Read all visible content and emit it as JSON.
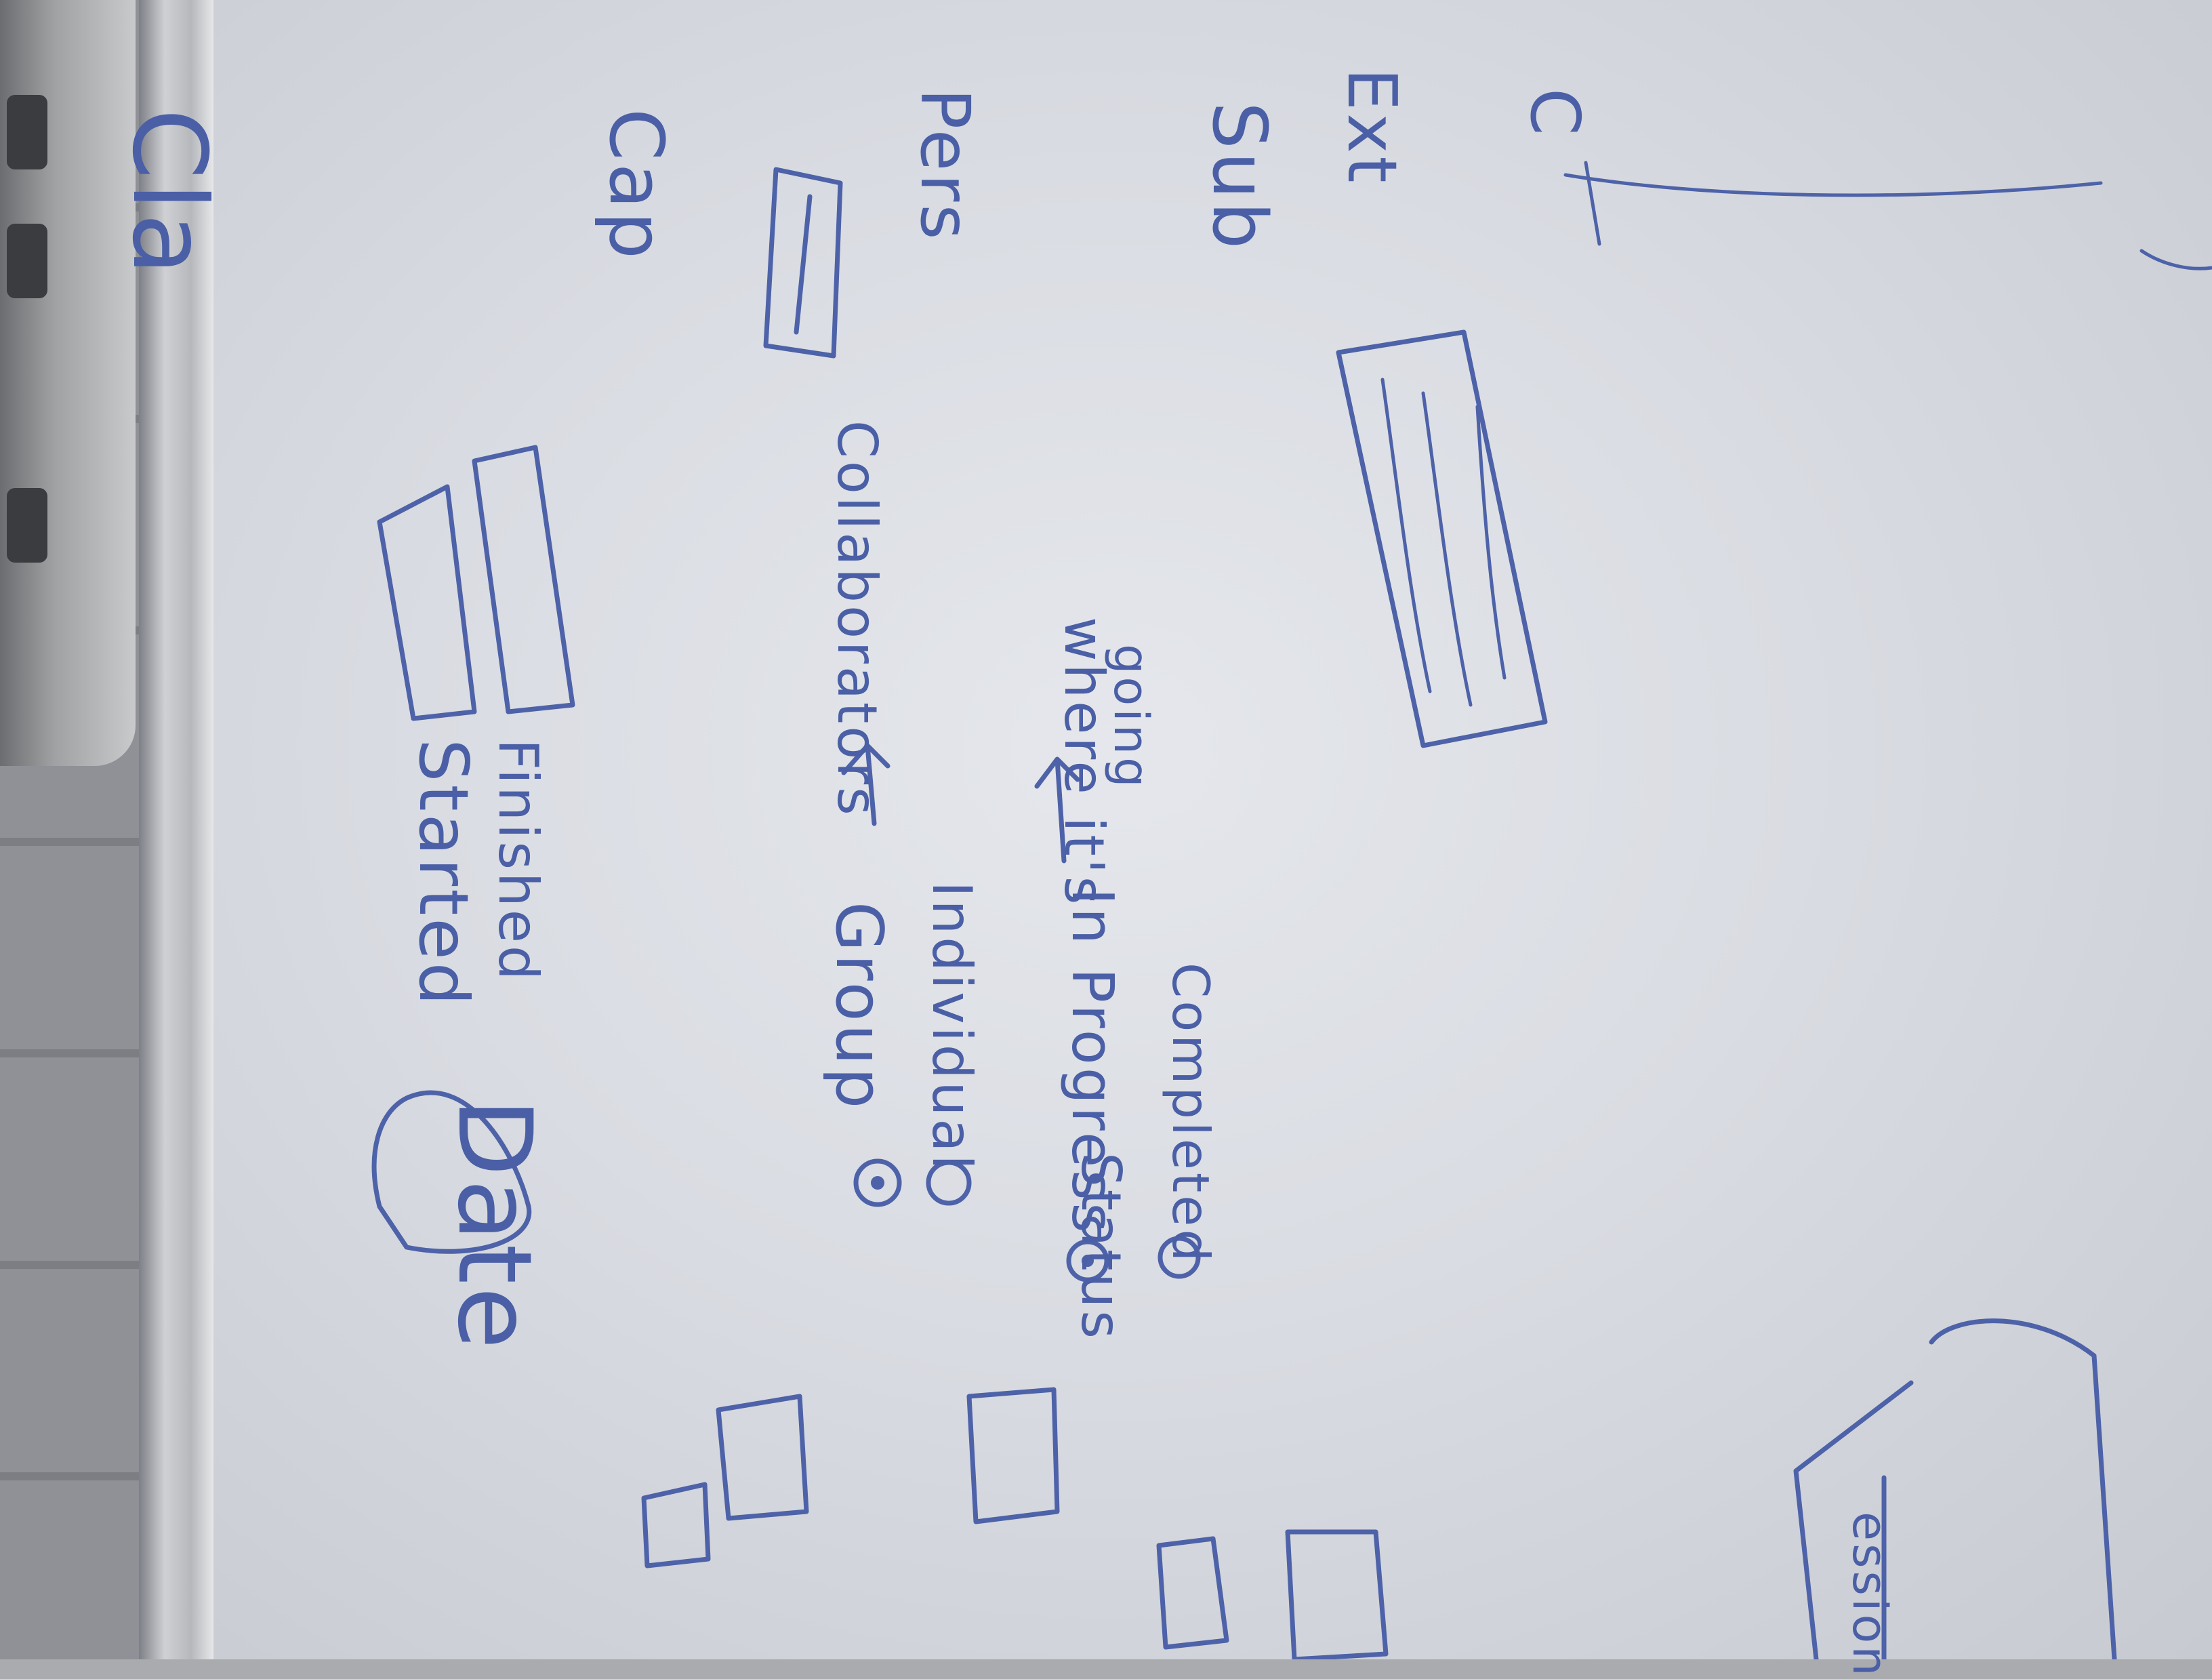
{
  "board": {
    "title_fragment": "Cla",
    "right_column": {
      "cap_fragment": "Cap",
      "pers_fragment": "Pers",
      "sub_fragment": "Sub",
      "ext_fragment": "Ext",
      "c_fragment": "C"
    },
    "date_section": {
      "label": "Date",
      "started_label": "Started",
      "finished_label": "Finished"
    },
    "type_section": {
      "group_option": "Group",
      "individual_option": "Individual",
      "collaborators_label": "Collaborators"
    },
    "status_section": {
      "heading": "Status",
      "in_progress_option": "In Progress",
      "completed_option": "Completed",
      "where_label": "where it's",
      "going_label": "going"
    },
    "bottom_fragment": "ession"
  },
  "colors": {
    "ink": "#4a5fa6",
    "board": "#dcdfe5",
    "frame": "#c4c6c9"
  }
}
